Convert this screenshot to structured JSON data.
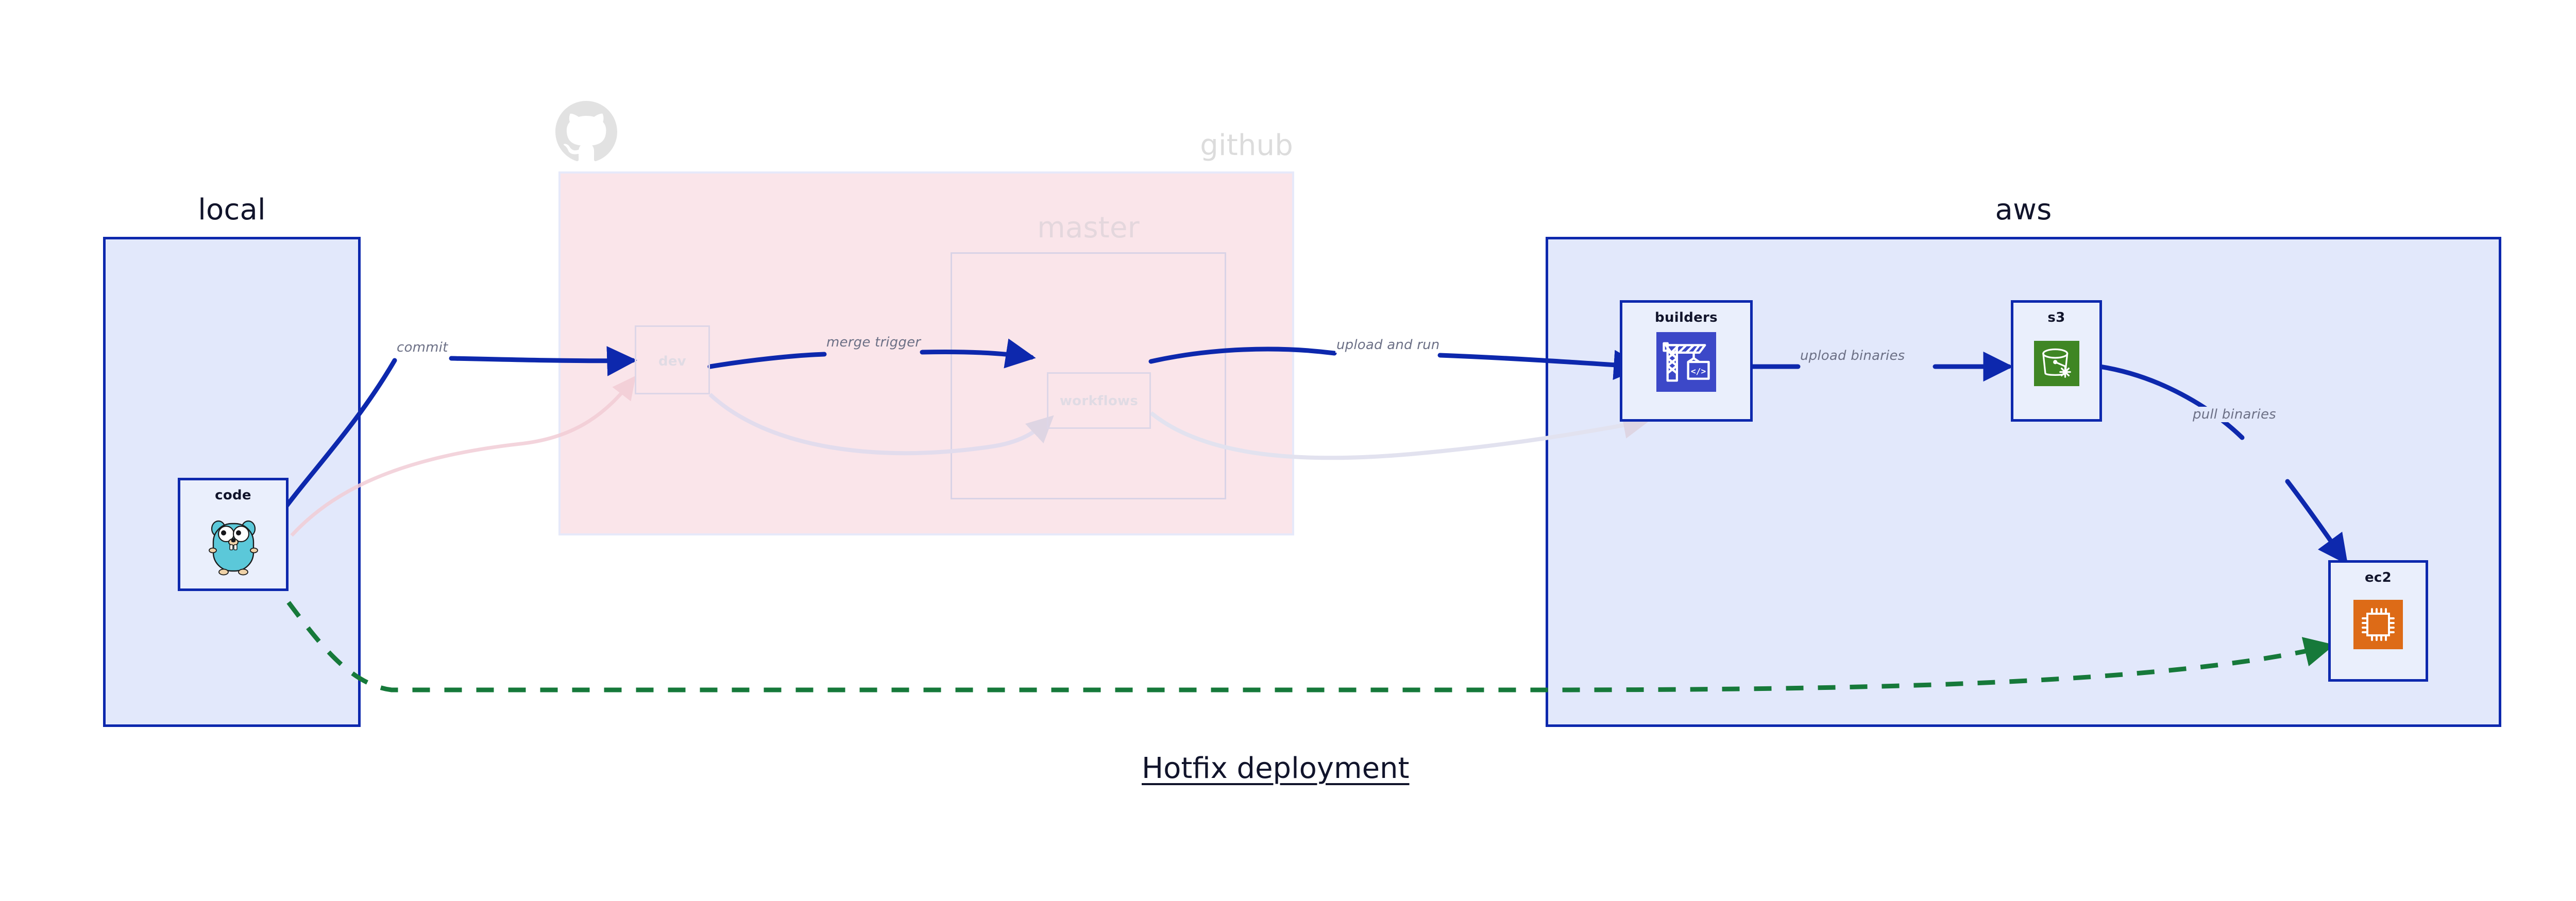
{
  "diagram": {
    "title": "Hotfix deployment",
    "colors": {
      "active_edge": "#0d28ad",
      "dim_edge": "#e9dfe6",
      "dashed_edge": "#16793a",
      "local_fill": "#e2e8fb",
      "local_border": "#0d28ad",
      "aws_fill": "#e2e8fb",
      "aws_border": "#0d28ad",
      "github_fill": "#fae5ea",
      "github_border": "#e6e9fa",
      "node_fill": "#eaeffc",
      "node_border": "#0d28ad",
      "label_text": "#6c7086",
      "title_text": "#11142b",
      "dim_text": "#dcdcdc",
      "builders_icon": "#3c48c8",
      "s3_icon": "#3f8624",
      "ec2_icon": "#dd6b17",
      "gopher_body": "#5bc8d9",
      "octocat": "#e2e2e2"
    }
  },
  "groups": {
    "local": {
      "label": "local",
      "state": "active"
    },
    "github": {
      "label": "github",
      "state": "dimmed"
    },
    "master": {
      "label": "master",
      "state": "dimmed"
    },
    "aws": {
      "label": "aws",
      "state": "active"
    }
  },
  "nodes": [
    {
      "id": "code",
      "label": "code",
      "icon": "go-gopher-icon",
      "group": "local",
      "state": "active"
    },
    {
      "id": "dev",
      "label": "dev",
      "icon": "none",
      "group": "github",
      "state": "dimmed"
    },
    {
      "id": "workflows",
      "label": "workflows",
      "icon": "none",
      "group": "master",
      "state": "dimmed"
    },
    {
      "id": "builders",
      "label": "builders",
      "icon": "aws-crane-icon",
      "group": "aws",
      "state": "active"
    },
    {
      "id": "s3",
      "label": "s3",
      "icon": "aws-bucket-icon",
      "group": "aws",
      "state": "active"
    },
    {
      "id": "ec2",
      "label": "ec2",
      "icon": "aws-cpu-icon",
      "group": "aws",
      "state": "active"
    }
  ],
  "edges": [
    {
      "id": "e1",
      "from": "code",
      "to": "dev",
      "label": "commit",
      "style": "solid",
      "state": "active"
    },
    {
      "id": "e2",
      "from": "dev",
      "to": "workflows",
      "label": "merge trigger",
      "style": "solid",
      "state": "active"
    },
    {
      "id": "e3",
      "from": "workflows",
      "to": "builders",
      "label": "upload and run",
      "style": "solid",
      "state": "active"
    },
    {
      "id": "e4",
      "from": "builders",
      "to": "s3",
      "label": "upload binaries",
      "style": "solid",
      "state": "active"
    },
    {
      "id": "e5",
      "from": "s3",
      "to": "ec2",
      "label": "pull binaries",
      "style": "solid",
      "state": "active"
    },
    {
      "id": "e6",
      "from": "code",
      "to": "dev",
      "label": "",
      "style": "solid",
      "state": "dimmed"
    },
    {
      "id": "e7",
      "from": "dev",
      "to": "workflows",
      "label": "",
      "style": "solid",
      "state": "dimmed"
    },
    {
      "id": "e8",
      "from": "workflows",
      "to": "builders",
      "label": "",
      "style": "solid",
      "state": "dimmed"
    },
    {
      "id": "e9",
      "from": "code",
      "to": "ec2",
      "label": "",
      "style": "dashed",
      "state": "active"
    }
  ]
}
